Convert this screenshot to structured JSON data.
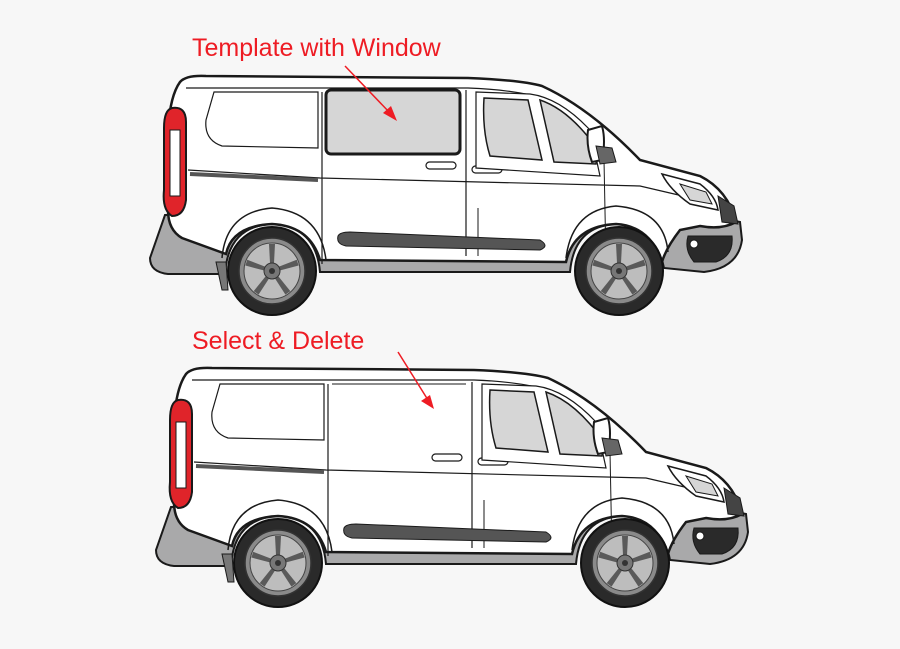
{
  "colors": {
    "background": "#f7f7f7",
    "annotation": "#ee1c24",
    "body": "#ffffff",
    "outline": "#1a1a1a",
    "glass": "#d6d6d6",
    "bumper": "#a9a9aa",
    "taillight": "#e0242a",
    "tire": "#2a2a2a"
  },
  "annotations": {
    "top_label": "Template with Window",
    "bottom_label": "Select & Delete"
  },
  "vans": [
    {
      "id": "van-top",
      "variant": "with-side-window"
    },
    {
      "id": "van-bottom",
      "variant": "side-window-deleted"
    }
  ]
}
